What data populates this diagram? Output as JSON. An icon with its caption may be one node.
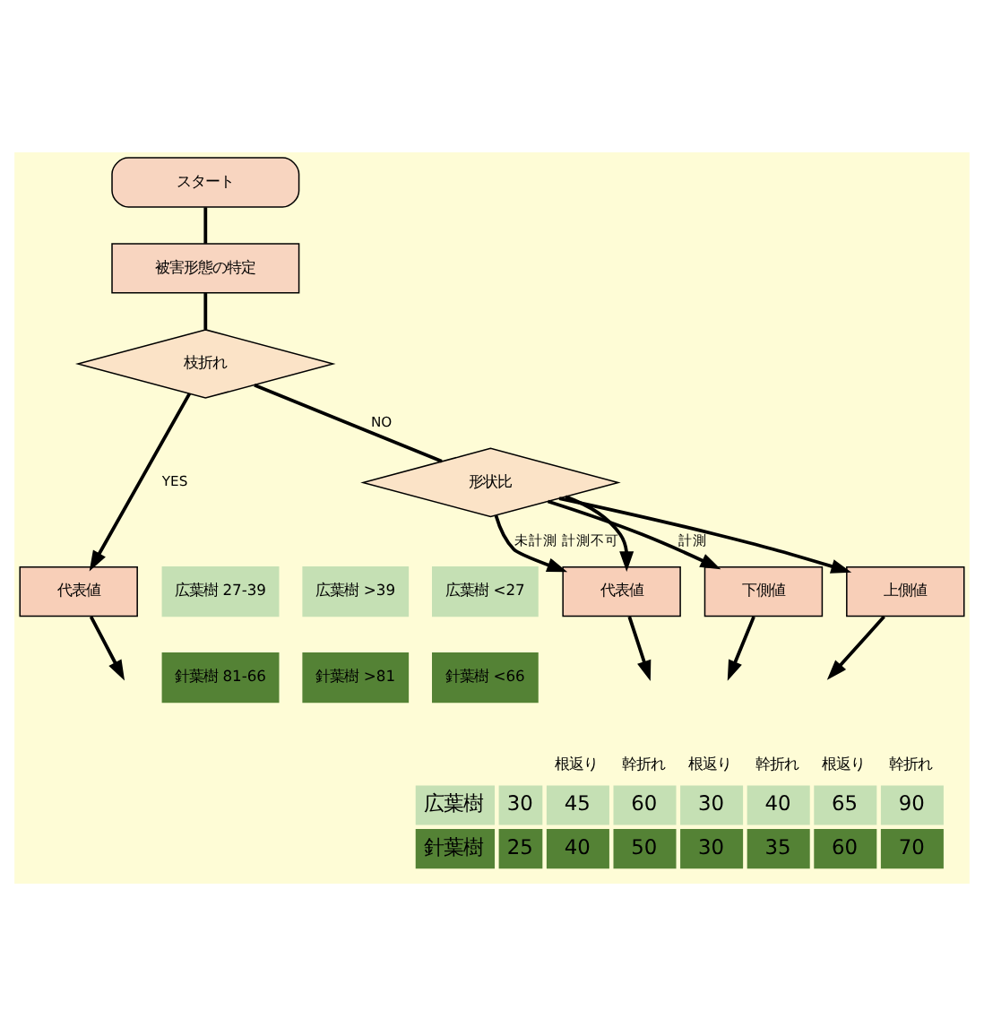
{
  "diagram": {
    "nodes": [
      {
        "text": [
          "スタート"
        ]
      },
      {
        "text": [
          "被害形態の特定"
        ]
      },
      {
        "text": [
          "枝折れ"
        ]
      },
      {
        "text": [
          "形状比"
        ]
      },
      {
        "text": [
          "代表値"
        ]
      },
      {
        "text": [
          "代表値"
        ]
      },
      {
        "text": [
          "下側値"
        ]
      },
      {
        "text": [
          "上側値"
        ]
      },
      {
        "text": [
          "広葉樹 27-39"
        ]
      },
      {
        "text": [
          "針葉樹 81-66"
        ]
      },
      {
        "text": [
          "広葉樹 >39"
        ]
      },
      {
        "text": [
          "針葉樹 >81"
        ]
      },
      {
        "text": [
          "広葉樹 <27"
        ]
      },
      {
        "text": [
          "針葉樹 <66"
        ]
      }
    ],
    "edges": [
      {
        "from": 0,
        "to": 1,
        "arrow": "none"
      },
      {
        "from": 1,
        "to": 2,
        "arrow": "none"
      },
      {
        "from": 2,
        "to": 4,
        "arrow": "to",
        "label": "YES"
      },
      {
        "from": 2,
        "to": 3,
        "arrow": "none",
        "label": "NO"
      },
      {
        "from": 3,
        "to": 5,
        "arrow": "to",
        "label": "未計測 計測不可"
      },
      {
        "from": 3,
        "to": 5,
        "arrow": "to"
      },
      {
        "from": 3,
        "to": 6,
        "arrow": "to",
        "label": "計測"
      },
      {
        "from": 3,
        "to": 7,
        "arrow": "to"
      },
      {
        "from": 4,
        "to": null,
        "arrow": "to"
      },
      {
        "from": 5,
        "to": null,
        "arrow": "to"
      },
      {
        "from": 6,
        "to": null,
        "arrow": "to"
      },
      {
        "from": 7,
        "to": null,
        "arrow": "to"
      }
    ],
    "labels": [
      "根返り",
      "幹折れ",
      "根返り",
      "幹折れ",
      "根返り",
      "幹折れ",
      "広葉樹",
      "30",
      "45",
      "60",
      "30",
      "40",
      "65",
      "90",
      "針葉樹",
      "25",
      "40",
      "50",
      "30",
      "35",
      "60",
      "70"
    ]
  }
}
